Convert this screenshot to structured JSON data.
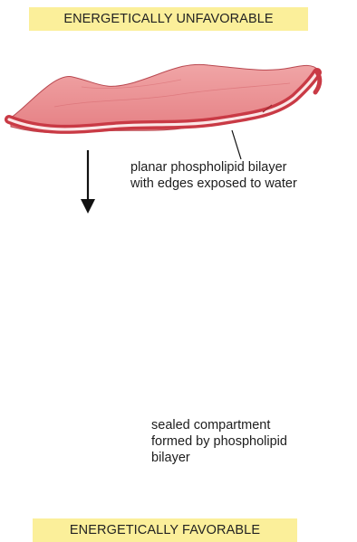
{
  "diagram": {
    "top_label": "ENERGETICALLY UNFAVORABLE",
    "bottom_label": "ENERGETICALLY FAVORABLE",
    "planar_caption": {
      "line1": "planar phospholipid bilayer",
      "line2": "with edges exposed to water"
    },
    "sealed_caption": {
      "line1": "sealed compartment",
      "line2": "formed by phospholipid",
      "line3": "bilayer"
    }
  },
  "colors": {
    "banner": "#fbef9a",
    "membrane": "#e8878a",
    "membrane_edge": "#c93a45",
    "membrane_core": "#fbe6e6",
    "arrow": "#111111"
  }
}
